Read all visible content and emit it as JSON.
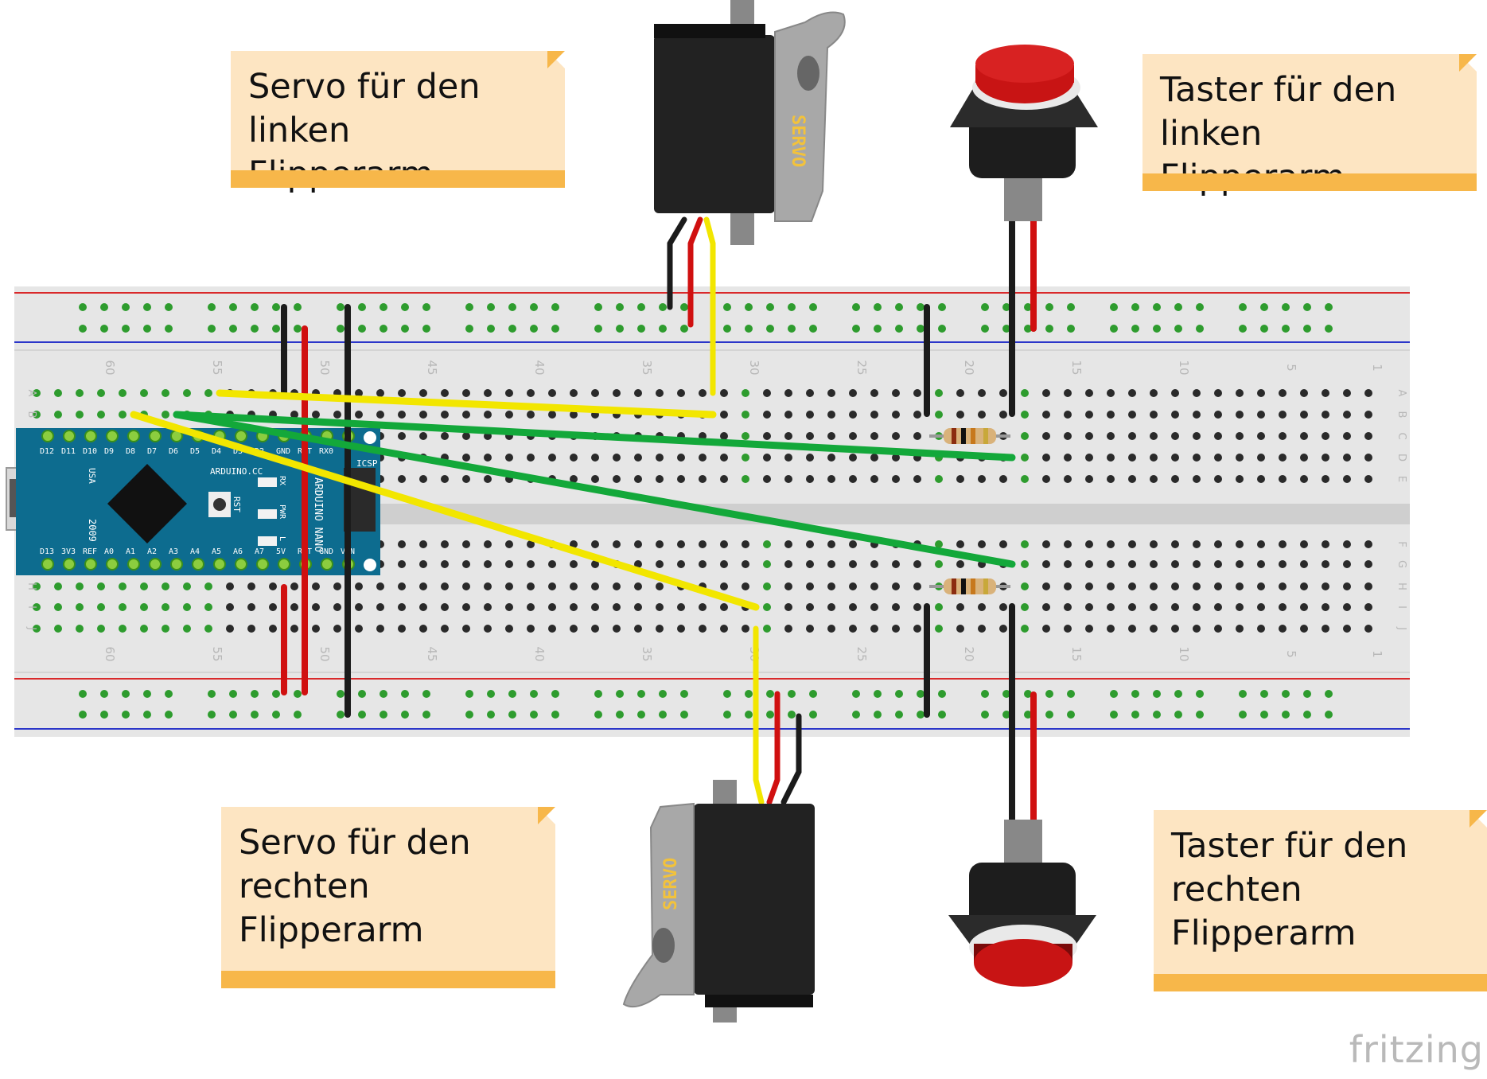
{
  "notes": {
    "servo_left": "Servo für den\nlinken Flipperarm",
    "button_left": "Taster für den\nlinken Flipperarm",
    "servo_right": "Servo für den\nrechten\nFlipperarm",
    "button_right": "Taster für den\nrechten\nFlipperarm"
  },
  "servo_label": "SERVO",
  "breadboard": {
    "column_numbers": [
      "60",
      "55",
      "50",
      "45",
      "40",
      "35",
      "30",
      "25",
      "20",
      "15",
      "10",
      "5",
      "1"
    ],
    "row_letters_top": [
      "A",
      "B",
      "C",
      "D",
      "E"
    ],
    "row_letters_bottom": [
      "F",
      "G",
      "H",
      "I",
      "J"
    ]
  },
  "arduino": {
    "top_pins": [
      "D12",
      "D11",
      "D10",
      "D9",
      "D8",
      "D7",
      "D6",
      "D5",
      "D4",
      "D3",
      "D2",
      "GND",
      "RST",
      "RX0"
    ],
    "bottom_pins": [
      "D13",
      "3V3",
      "REF",
      "A0",
      "A1",
      "A2",
      "A3",
      "A4",
      "A5",
      "A6",
      "A7",
      "5V",
      "RST",
      "GND",
      "VIN"
    ],
    "brand": "ARDUINO.CC",
    "model": "ARDUINO NANO",
    "usa": "USA",
    "year": "2009",
    "icsp": "ICSP",
    "rst": "RST",
    "led_labels": [
      "RX",
      "PWR",
      "L"
    ]
  },
  "logo": "fritzing",
  "colors": {
    "note_bg": "#fde5c2",
    "note_band": "#f7b74a",
    "board": "#e6e6e6",
    "rail_red": "#d9292b",
    "rail_blue": "#2b36c9",
    "wire_yellow": "#f2e600",
    "wire_green": "#13a83a",
    "wire_red": "#d01010",
    "wire_black": "#1b1b1b",
    "button_red": "#c81414",
    "arduino_blue": "#0d6c8f"
  }
}
